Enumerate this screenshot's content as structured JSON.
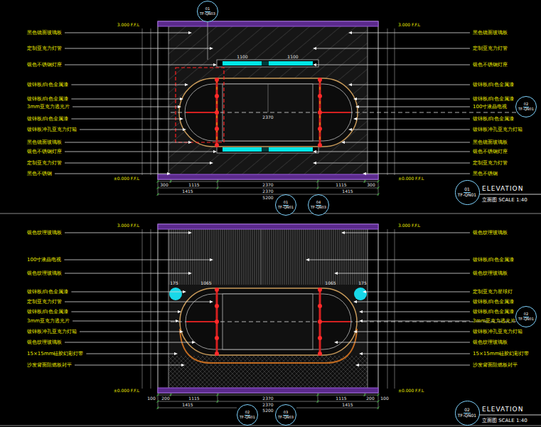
{
  "diagram": {
    "nodes": [
      {
        "text": [
          "01",
          "TF-QN01"
        ]
      },
      {
        "text": [
          "02",
          "TF-QN01"
        ]
      },
      {
        "text": [
          "02",
          "TF-QN01"
        ]
      },
      {
        "text": [
          "02",
          "TF-QN01"
        ]
      },
      {
        "text": [
          "01",
          "TF-QN01"
        ]
      },
      {
        "text": [
          "04",
          "TF-QN03"
        ]
      },
      {
        "text": [
          "02",
          "TF-QN01"
        ]
      },
      {
        "text": [
          "03",
          "TF-QN03"
        ]
      },
      {
        "text": [
          "01",
          "TF-QN03"
        ]
      }
    ],
    "labels": [
      "黑色镜面玻璃板",
      "定制亚克力灯管",
      "银色不锈钢灯座",
      "镀锌板/白色金属漆",
      "镀锌板/白色金属漆",
      "3mm亚克力透光片",
      "镀锌板/白色金属漆",
      "镀锌板冲孔亚克力灯箱",
      "黑色镜面玻璃板",
      "银色不锈钢灯座",
      "定制亚克力灯管",
      "黑色不锈钢",
      "黑色镜面玻璃板",
      "定制亚克力灯管",
      "银色不锈钢灯座",
      "镀锌板/白色金属漆",
      "镀锌板/白色金属漆",
      "100寸液晶电视",
      "镀锌板/白色金属漆",
      "镀锌板冲孔亚克力灯箱",
      "黑色镜面玻璃板",
      "银色不锈钢灯座",
      "定制亚克力灯管",
      "黑色不锈钢",
      "银色纹理玻璃板",
      "100寸液晶电视",
      "银色纹理玻璃板",
      "镀锌板/白色金属漆",
      "定制亚克力灯管",
      "镀锌板/白色金属漆",
      "3mm亚克力透光片",
      "镀锌板冲孔亚克力灯箱",
      "银色纹理玻璃板",
      "15×15mm硅胶幻彩灯带",
      "沙发背面阻燃板封平",
      "银色纹理玻璃板",
      "镀锌板/白色金属漆",
      "银色纹理玻璃板",
      "定制亚克力星球灯",
      "镀锌板/白色金属漆",
      "镀锌板/白色金属漆",
      "3mm亚克力透光片",
      "镀锌板冲孔亚克力灯箱",
      "银色纹理玻璃板",
      "15×15mm硅胶幻彩灯带",
      "沙发背面阻燃板封平",
      "3.000 F.F.L",
      "3.000 F.F.L",
      "±0.000 F.F.L",
      "±0.000 F.F.L",
      "3.000 F.F.L",
      "3.000 F.F.L",
      "±0.000 F.F.L",
      "±0.000 F.F.L",
      "300",
      "1115",
      "2370",
      "1115",
      "300",
      "1415",
      "2370",
      "1415",
      "5200",
      "1100",
      "1100",
      "2370",
      "100",
      "200",
      "1115",
      "2370",
      "1115",
      "200",
      "100",
      "1415",
      "2370",
      "1415",
      "5200",
      "175",
      "1065",
      "1065",
      "175",
      "ELEVATION",
      "立面图 SCALE 1:40",
      "ELEVATION",
      "立面图 SCALE 1:40"
    ]
  }
}
